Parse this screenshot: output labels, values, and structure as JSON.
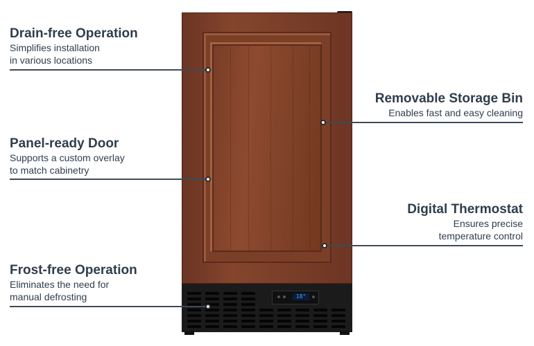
{
  "features": [
    {
      "title": "Drain-free Operation",
      "desc": [
        "Simplifies installation",
        "in various locations"
      ]
    },
    {
      "title": "Panel-ready Door",
      "desc": [
        "Supports a custom overlay",
        "to match cabinetry"
      ]
    },
    {
      "title": "Frost-free Operation",
      "desc": [
        "Eliminates the need for",
        "manual defrosting"
      ]
    },
    {
      "title": "Removable Storage Bin",
      "desc": [
        "Enables fast and easy cleaning"
      ]
    },
    {
      "title": "Digital Thermostat",
      "desc": [
        "Ensures precise",
        "temperature control"
      ]
    }
  ],
  "thermostat_display": "18°",
  "colors": {
    "text": "#2f3d4c",
    "line": "#3e4a57",
    "wood": "#7b3f28",
    "base": "#1b1b1b"
  }
}
